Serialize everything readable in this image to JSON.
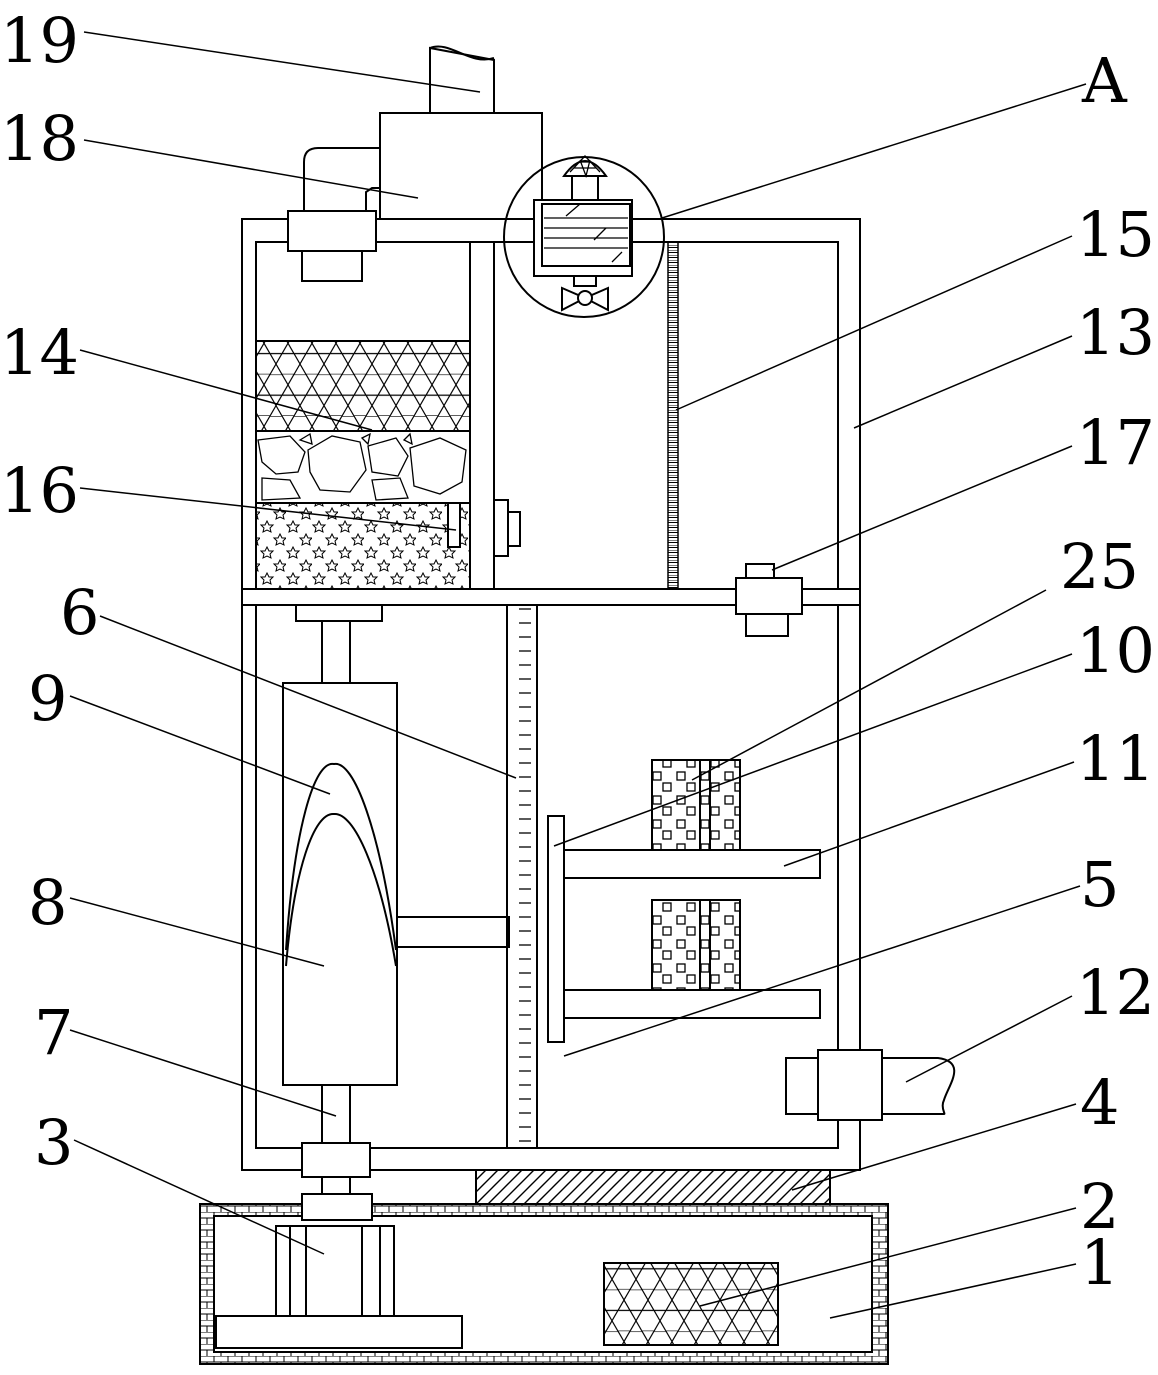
{
  "labels": {
    "l19": "19",
    "l18": "18",
    "lA": "A",
    "l15": "15",
    "l14": "14",
    "l13": "13",
    "l16": "16",
    "l17": "17",
    "l6": "6",
    "l25": "25",
    "l10": "10",
    "l9": "9",
    "l11": "11",
    "l8": "8",
    "l5": "5",
    "l7": "7",
    "l12": "12",
    "l4": "4",
    "l3": "3",
    "l2": "2",
    "l1": "1"
  },
  "colors": {
    "stroke": "#000000",
    "background": "#ffffff"
  }
}
